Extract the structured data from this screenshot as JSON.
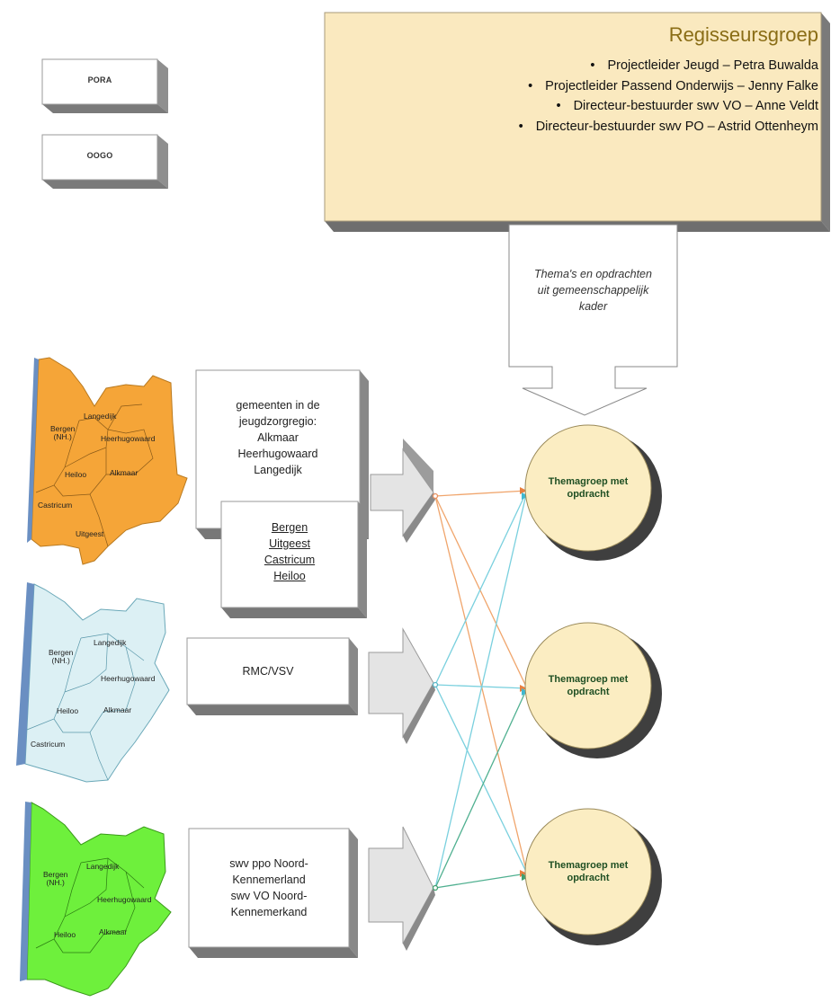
{
  "side_boxes": {
    "top": "PORA",
    "bottom": "OOGO"
  },
  "regie": {
    "title": "Regisseursgroep",
    "members": [
      "Projectleider Jeugd – Petra Buwalda",
      "Projectleider Passend Onderwijs – Jenny Falke",
      "Directeur-bestuurder swv VO – Anne Veldt",
      "Directeur-bestuurder swv PO – Astrid Ottenheym"
    ]
  },
  "down_arrow": {
    "lines": [
      "Thema's en opdrachten",
      "uit gemeenschappelijk",
      "kader"
    ]
  },
  "boxes": {
    "jeugd": {
      "lines": [
        "gemeenten in de",
        "jeugdzorgregio:",
        "Alkmaar",
        "Heerhugowaard",
        "Langedijk"
      ]
    },
    "jeugd_extra": {
      "lines": [
        "Bergen",
        "Uitgeest",
        "Castricum",
        "Heiloo"
      ]
    },
    "rmc": {
      "lines": [
        "RMC/VSV"
      ]
    },
    "swv": {
      "lines": [
        "swv ppo Noord-",
        "Kennemerland",
        "swv VO Noord-",
        "Kennemerkand"
      ]
    }
  },
  "circles": [
    {
      "line1": "Themagroep met",
      "line2": "opdracht"
    },
    {
      "line1": "Themagroep met",
      "line2": "opdracht"
    },
    {
      "line1": "Themagroep met",
      "line2": "opdracht"
    }
  ],
  "maps": {
    "orange": {
      "bergen": "Bergen",
      "nh": "(NH.)",
      "langedijk": "Langedijk",
      "heerhugowaard": "Heerhugowaard",
      "heiloo": "Heiloo",
      "alkmaar": "Alkmaar",
      "castricum": "Castricum",
      "uitgeest": "Uitgeest"
    },
    "blue": {
      "bergen": "Bergen",
      "nh": "(NH.)",
      "langedijk": "Langedijk",
      "heerhugowaard": "Heerhugowaard",
      "heiloo": "Heiloo",
      "alkmaar": "Alkmaar",
      "castricum": "Castricum"
    },
    "green": {
      "bergen": "Bergen",
      "nh": "(NH.)",
      "langedijk": "Langedijk",
      "heerhugowaard": "Heerhugowaard",
      "heiloo": "Heiloo",
      "alkmaar": "Alkmaar"
    }
  },
  "colors": {
    "regie_fill": "#fae9bf",
    "regie_title": "#8a6d16",
    "circle_fill": "#fbedc2",
    "map_orange": "#f5a538",
    "map_blue": "#dcf0f4",
    "map_green": "#6ef03c",
    "coast": "#6a8fc2",
    "line_orange": "#f0a56c",
    "line_blue": "#7ad0de",
    "line_green": "#50b090"
  }
}
